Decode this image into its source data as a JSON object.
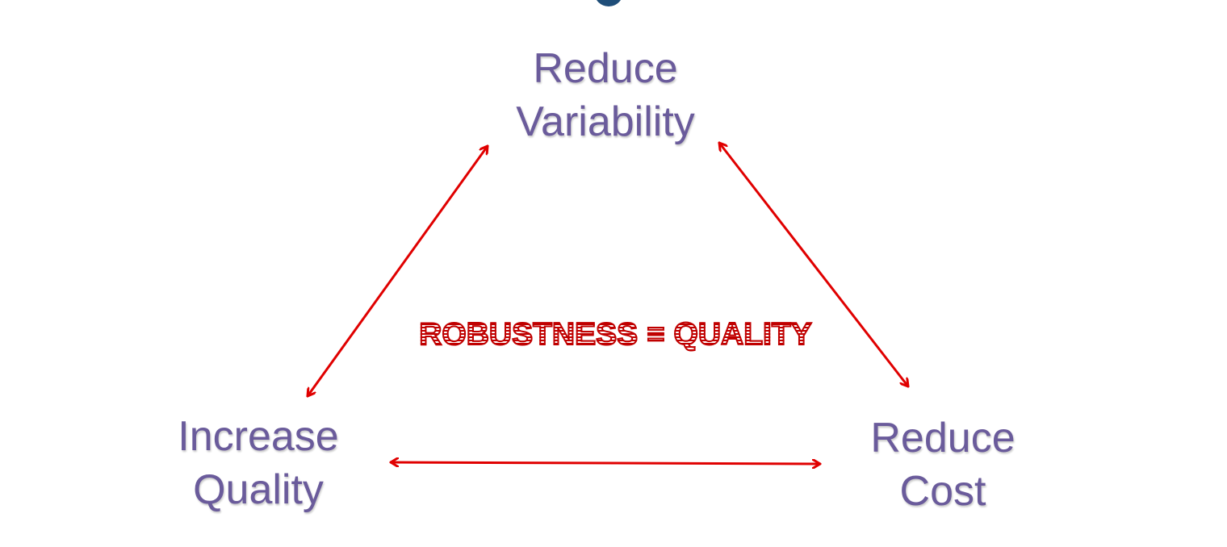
{
  "diagram": {
    "nodes": {
      "top": {
        "line1": "Reduce",
        "line2": "Variability"
      },
      "left": {
        "line1": "Increase",
        "line2": "Quality"
      },
      "right": {
        "line1": "Reduce",
        "line2": "Cost"
      }
    },
    "center_text": "ROBUSTNESS ≡ QUALITY",
    "arrows": [
      {
        "from": "Reduce Variability",
        "to": "Increase Quality",
        "type": "bidirectional"
      },
      {
        "from": "Reduce Variability",
        "to": "Reduce Cost",
        "type": "bidirectional"
      },
      {
        "from": "Increase Quality",
        "to": "Reduce Cost",
        "type": "bidirectional"
      }
    ],
    "colors": {
      "node_text": "#6a5b9b",
      "arrow": "#e00000",
      "center_text": "#c00000",
      "title_fragment": "#1f4e79"
    }
  }
}
